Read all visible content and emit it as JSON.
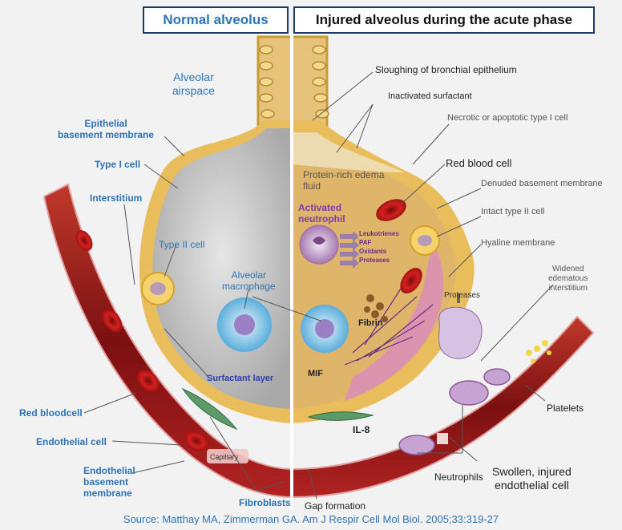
{
  "headers": {
    "normal": "Normal alveolus",
    "injured": "Injured alveolus during the acute phase"
  },
  "left_labels": {
    "alveolar_airspace": "Alveolar\nairspace",
    "epithelial_bm": "Epithelial\nbasement membrane",
    "type1": "Type I cell",
    "interstitium": "Interstitium",
    "type2": "Type II cell",
    "alveolar_macrophage": "Alveolar\nmacrophage",
    "surfactant_layer": "Surfactant layer",
    "red_bloodcell": "Red bloodcell",
    "endothelial_cell": "Endothelial cell",
    "endothelial_bm": "Endothelial\nbasement\nmembrane",
    "capillary": "Capillary",
    "fibroblasts": "Fibroblasts"
  },
  "right_labels": {
    "sloughing": "Sloughing of bronchial epithelium",
    "inactivated_surfactant": "Inactivated surfactant",
    "necrotic": "Necrotic or apoptotic type I cell",
    "red_blood_cell": "Red blood cell",
    "denuded": "Denuded basement membrane",
    "intact_type2": "Intact type II cell",
    "hyaline": "Hyaline membrane",
    "widened": "Widened\nedematous\ninterstitium",
    "protein_edema": "Protein-rich edema\nfluid",
    "activated_neutrophil": "Activated\nneutrophil",
    "leukotrienes": "Leukotrienes",
    "paf": "PAF",
    "oxidants": "Oxidants",
    "proteases_inner": "Proteases",
    "proteases": "Proteases",
    "fibrin": "Fibrin",
    "mif": "MIF",
    "il8": "IL-8",
    "platelets": "Platelets",
    "swollen": "Swollen, injured\nendothelial cell",
    "neutrophils": "Neutrophils",
    "gap_formation": "Gap formation"
  },
  "source": "Source:  Matthay MA,  Zimmerman GA. Am J Respir Cell Mol Biol. 2005;33:319-27",
  "colors": {
    "header_border": "#1f3864",
    "label_blue": "#2e74b5",
    "vessel_red": "#9b1c1c",
    "airspace": "#c9c9c9",
    "edema": "#d9b36a",
    "membrane": "#e8b04a"
  }
}
